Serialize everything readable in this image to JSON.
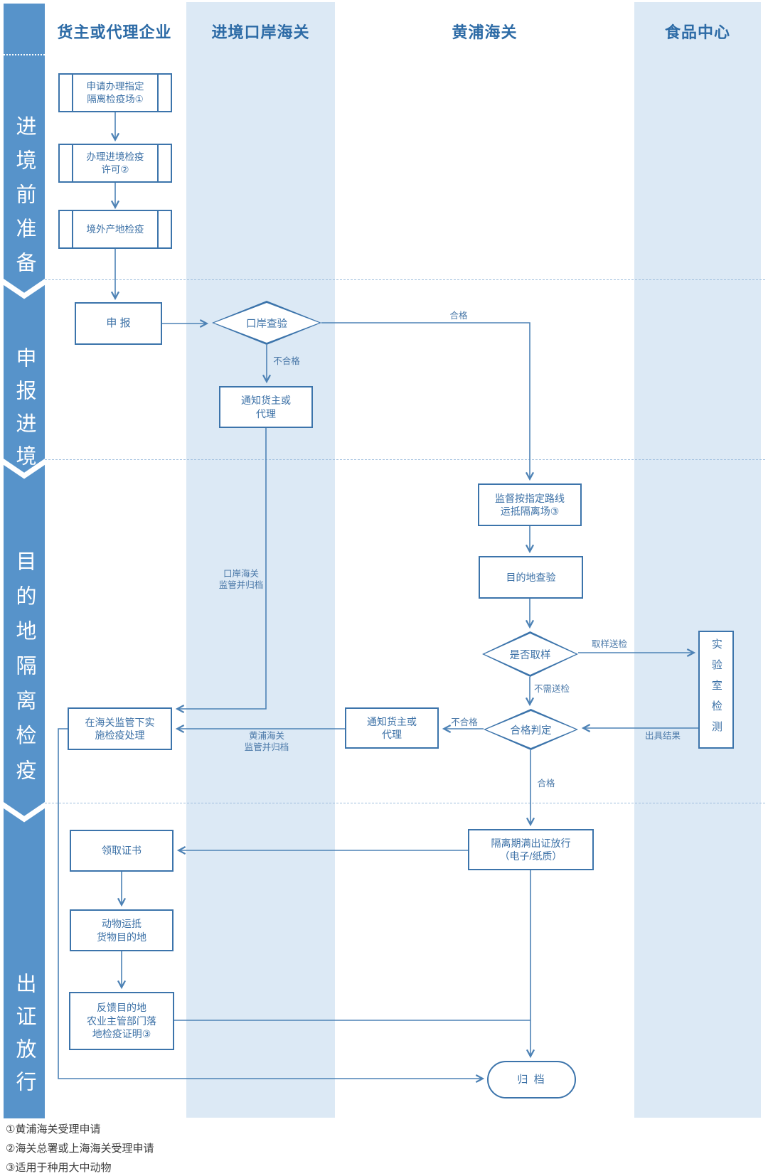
{
  "header": {
    "lanes": [
      "货主或代理企业",
      "进境口岸海关",
      "黄浦海关",
      "食品中心"
    ]
  },
  "phases": [
    "进境前准备",
    "申报进境",
    "目的地隔离检疫",
    "出证放行"
  ],
  "nodes": {
    "apply_quarantine_site": "申请办理指定\n隔离检疫场①",
    "entry_permit": "办理进境检疫\n许可②",
    "origin_quarantine": "境外产地检疫",
    "declare": "申 报",
    "port_inspection": "口岸查验",
    "notify_owner_port": "通知货主或\n代理",
    "supervise_transport": "监督按指定路线\n运抵隔离场③",
    "destination_inspection": "目的地查验",
    "sampling_decision": "是否取样",
    "lab_test": "实验室检测",
    "qualification_decision": "合格判定",
    "notify_owner_huangpu": "通知货主或\n代理",
    "quarantine_treatment": "在海关监管下实\n施检疫处理",
    "release_certificate": "隔离期满出证放行\n（电子/纸质）",
    "receive_certificate": "领取证书",
    "animal_arrival": "动物运抵\n货物目的地",
    "feedback_agriculture": "反馈目的地\n农业主管部门落\n地检疫证明③",
    "archive": "归 档"
  },
  "edge_labels": {
    "fail_port": "不合格",
    "pass_port": "合格",
    "port_archive": "口岸海关\n监管并归档",
    "sample_send": "取样送检",
    "no_sample": "不需送检",
    "issue_result": "出具结果",
    "fail_qualification": "不合格",
    "huangpu_archive": "黄浦海关\n监管并归档",
    "pass_qualification": "合格"
  },
  "footnotes": [
    "①黄浦海关受理申请",
    "②海关总署或上海海关受理申请",
    "③适用于种用大中动物"
  ],
  "colors": {
    "phase_bar": "#5793ca",
    "lane_background": "#dce9f5",
    "node_border": "#3c74ab",
    "node_text": "#3b70a6",
    "connector": "#4d82b5",
    "separator_dashed": "#9fbedd",
    "header_text": "#2d6ba6",
    "footnote_text": "#3c3c3c"
  }
}
